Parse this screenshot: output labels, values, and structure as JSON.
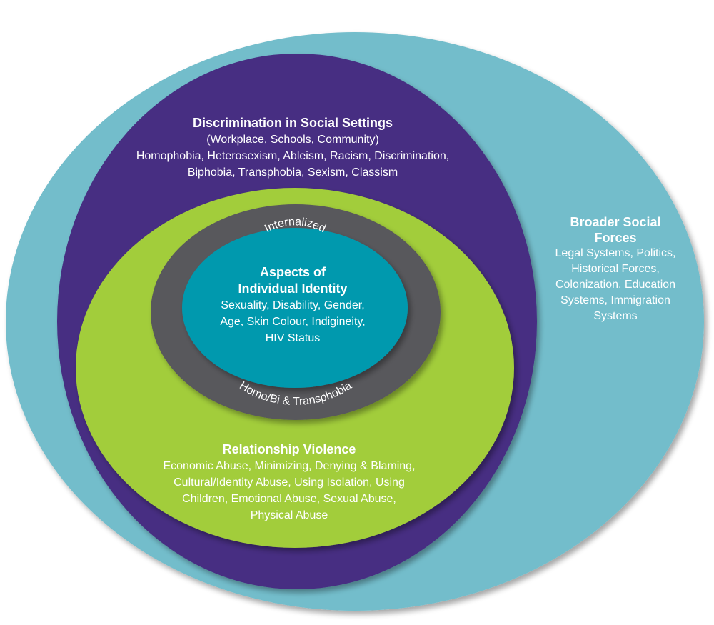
{
  "colors": {
    "broader_social_forces": "#73BDCB",
    "discrimination_social_settings": "#472D82",
    "relationship_violence": "#A2CD3A",
    "internalized_ring": "#58585B",
    "individual_identity": "#0699AE",
    "text": "#FFFFFF"
  },
  "layers": {
    "broader": {
      "title_lines": [
        "Broader Social",
        "Forces"
      ],
      "lines": [
        "Legal Systems, Politics,",
        "Historical Forces,",
        "Colonization, Education",
        "Systems, Immigration",
        "Systems"
      ]
    },
    "discrimination": {
      "title": "Discrimination in Social Settings",
      "lines": [
        "(Workplace, Schools, Community)",
        "Homophobia, Heterosexism, Ableism, Racism, Discrimination,",
        "Biphobia, Transphobia, Sexism, Classism"
      ]
    },
    "relationship": {
      "title": "Relationship Violence",
      "lines": [
        "Economic Abuse, Minimizing, Denying & Blaming,",
        "Cultural/Identity Abuse, Using Isolation, Using",
        "Children, Emotional Abuse, Sexual Abuse,",
        "Physical Abuse"
      ]
    },
    "internalized_ring": {
      "top_label": "Internalized",
      "bottom_label": "Homo/Bi & Transphobia"
    },
    "identity": {
      "title_lines": [
        "Aspects of",
        "Individual Identity"
      ],
      "lines": [
        "Sexuality, Disability, Gender,",
        "Age, Skin Colour, Indigineity,",
        "HIV Status"
      ]
    }
  }
}
